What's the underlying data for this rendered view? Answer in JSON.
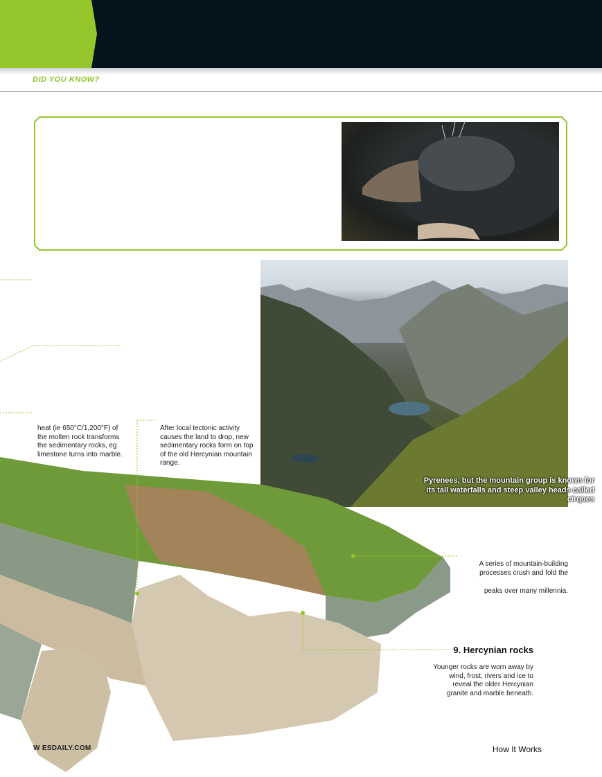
{
  "header": {
    "kicker": "DID YOU KNOW?"
  },
  "callouts": {
    "molten_rock": "heat (ie 650°C/1,200°F) of the molten rock transforms the sedimentary rocks, eg limestone turns into marble.",
    "tectonic": "After local tectonic activity causes the land to drop, new sedimentary rocks form on top of the old Hercynian mountain range.",
    "mountain_building_line1": "A series of mountain-building processes crush and fold the",
    "mountain_building_line2": "peaks over many millennia.",
    "hercynian_title": "9. Hercynian rocks",
    "hercynian_text": "Younger rocks are worn away by wind, frost, rivers and ice to reveal the older Hercynian granite and marble beneath."
  },
  "photo_caption": "Pyrenees, but the mountain group is known for its tall waterfalls and steep valley heads called cirques",
  "footer": {
    "url": "W                 ESDAILY.COM",
    "magazine": "How It Works"
  },
  "colors": {
    "accent_green": "#95c62c",
    "header_dark": "#04131c"
  }
}
